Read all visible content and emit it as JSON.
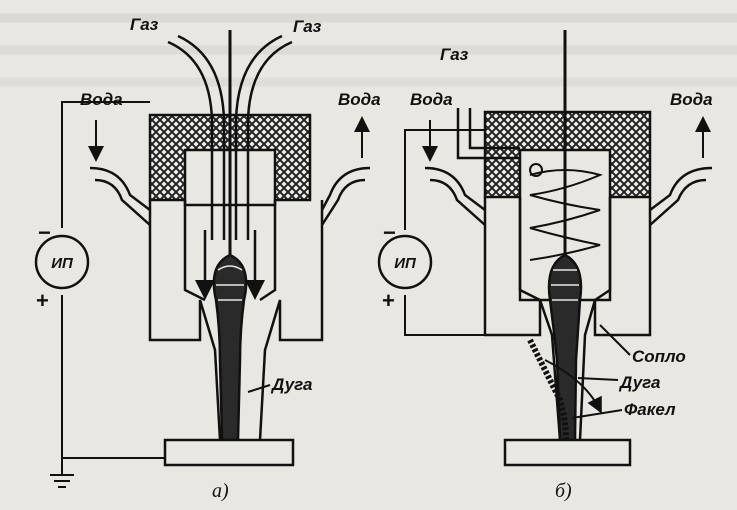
{
  "labels": {
    "gas": "Газ",
    "water": "Вода",
    "arc": "Дуга",
    "nozzle": "Сопло",
    "torch": "Факел",
    "power_source": "ИП",
    "minus": "−",
    "plus": "+",
    "caption_a": "а)",
    "caption_b": "б)"
  },
  "colors": {
    "ink": "#111111",
    "paper": "#e9e7e2",
    "faded_text": "#b9b6b0"
  }
}
